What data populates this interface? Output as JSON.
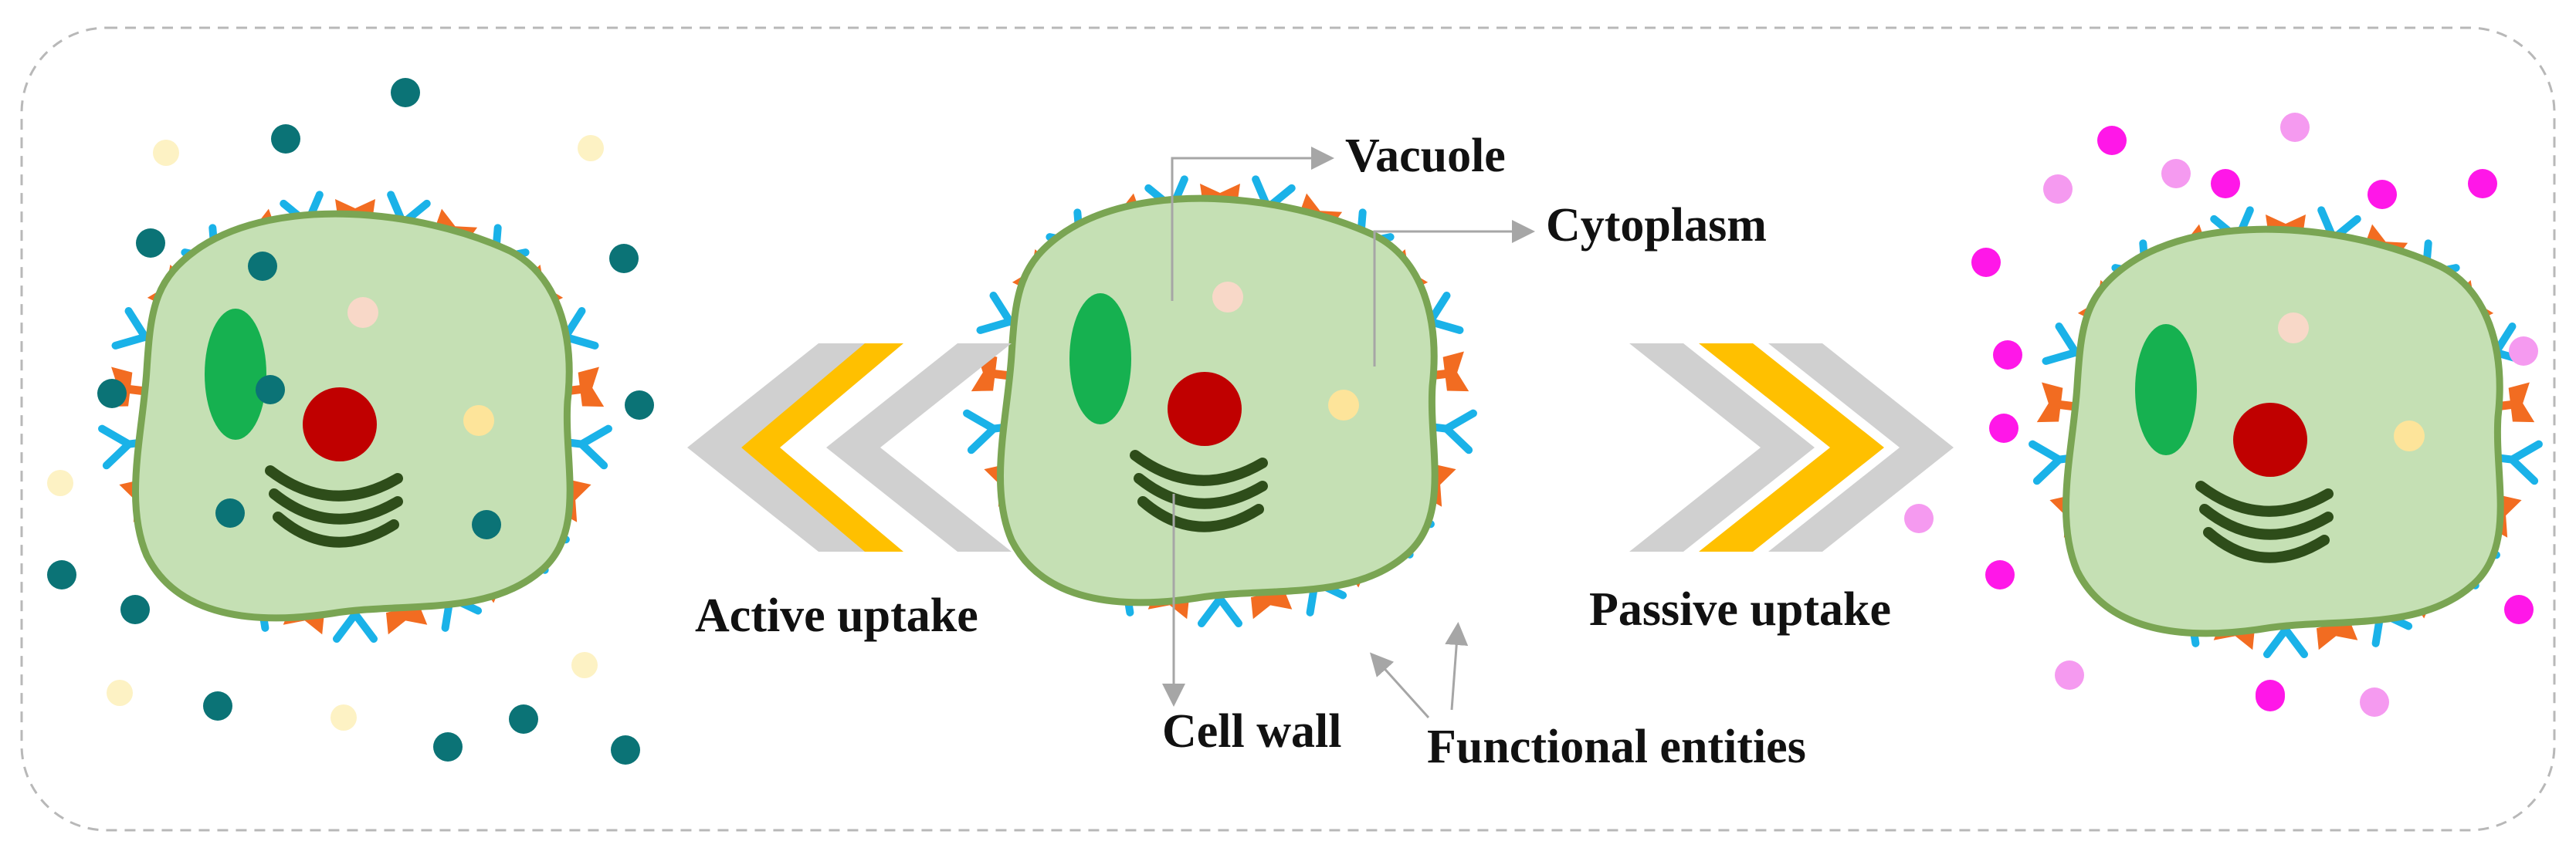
{
  "labels": {
    "vacuole": "Vacuole",
    "cytoplasm": "Cytoplasm",
    "cell_wall": "Cell wall",
    "functional_entities": "Functional entities",
    "active_uptake": "Active uptake",
    "passive_uptake": "Passive uptake"
  },
  "colors": {
    "background": "#ffffff",
    "frame_dash": "#b8b8b8",
    "cytoplasm_fill": "#c5e0b4",
    "cell_wall_stroke": "#7aa553",
    "vacuole": "#16b150",
    "nucleus": "#c00000",
    "organelle_lines": "#2e4d1a",
    "small_body_pink": "#f8d8c8",
    "small_body_yellow": "#fde49a",
    "receptor_blue": "#1ab2e8",
    "receptor_orange": "#f26c21",
    "chevron_gray": "#d0d0d0",
    "chevron_yellow": "#ffc000",
    "particle_teal": "#0b7376",
    "particle_cream": "#fdf2c4",
    "particle_magenta": "#ff17e8",
    "particle_light_magenta": "#f59af0",
    "leader_gray": "#a6a6a6"
  },
  "icons": {
    "chevron_left": "double-chevron-left-icon",
    "chevron_right": "double-chevron-right-icon",
    "receptor_y": "y-antibody-icon",
    "receptor_fork": "forked-receptor-icon"
  }
}
